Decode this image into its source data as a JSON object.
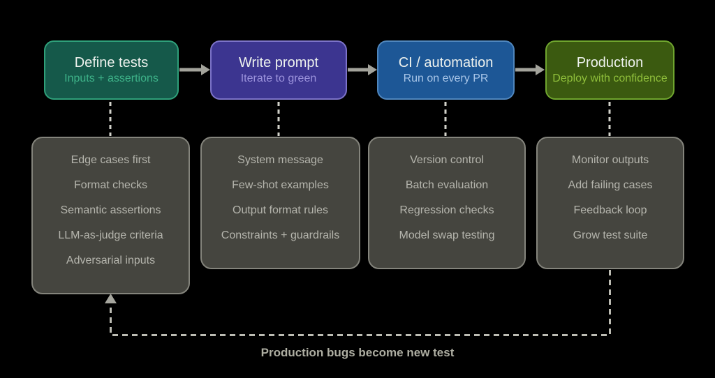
{
  "diagram": {
    "caption": "Production bugs become new test",
    "stages": [
      {
        "title": "Define tests",
        "subtitle": "Inputs + assertions",
        "fill": "#15594a",
        "border": "#2fa07a",
        "subtitle_color": "#3eb389",
        "items": [
          "Edge cases first",
          "Format checks",
          "Semantic assertions",
          "LLM-as-judge criteria",
          "Adversarial inputs"
        ]
      },
      {
        "title": "Write prompt",
        "subtitle": "Iterate to green",
        "fill": "#3c3590",
        "border": "#7c73c8",
        "subtitle_color": "#9c93dc",
        "items": [
          "System message",
          "Few-shot examples",
          "Output format rules",
          "Constraints + guardrails"
        ]
      },
      {
        "title": "CI / automation",
        "subtitle": "Run on every PR",
        "fill": "#1d5796",
        "border": "#4f86bd",
        "subtitle_color": "#a9c6e8",
        "items": [
          "Version control",
          "Batch evaluation",
          "Regression checks",
          "Model swap testing"
        ]
      },
      {
        "title": "Production",
        "subtitle": "Deploy with confidence",
        "fill": "#3b5a10",
        "border": "#6fa52e",
        "subtitle_color": "#8fbf3b",
        "items": [
          "Monitor outputs",
          "Add failing cases",
          "Feedback loop",
          "Grow test suite"
        ]
      }
    ],
    "colors": {
      "background": "#000000",
      "panel_fill": "#45453f",
      "panel_border": "#84847c",
      "panel_text": "#b5b5ad",
      "flow_arrow": "#a3a39b",
      "dashed_connector": "#d2d2ca",
      "feedback_line": "#bcbcb3",
      "caption_text": "#aeaea2"
    }
  }
}
